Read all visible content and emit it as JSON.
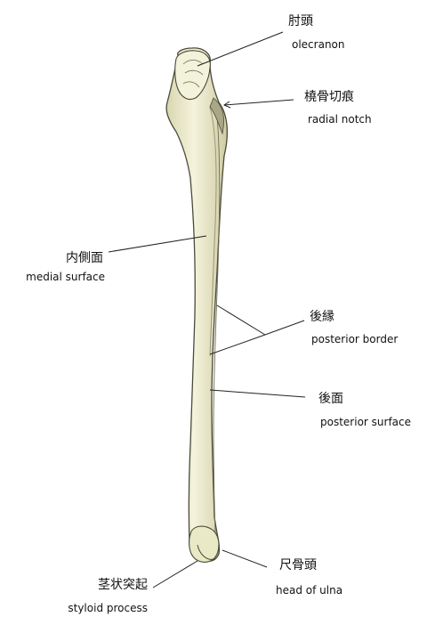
{
  "labels": {
    "olecranon": {
      "jp": "肘頭",
      "en": "olecranon"
    },
    "radial_notch": {
      "jp": "橈骨切痕",
      "en": "radial notch"
    },
    "medial_surface": {
      "jp": "内側面",
      "en": "medial surface"
    },
    "posterior_border": {
      "jp": "後縁",
      "en": "posterior border"
    },
    "posterior_surface": {
      "jp": "後面",
      "en": "posterior surface"
    },
    "styloid_process": {
      "jp": "茎状突起",
      "en": "styloid process"
    },
    "head_of_ulna": {
      "jp": "尺骨頭",
      "en": "head of ulna"
    }
  },
  "colors": {
    "bone_fill": "#ecebc9",
    "bone_light": "#f6f5dd",
    "bone_shadow": "#c9c7a0",
    "bone_outline": "#4a4a3a",
    "leader_line": "#222222"
  }
}
